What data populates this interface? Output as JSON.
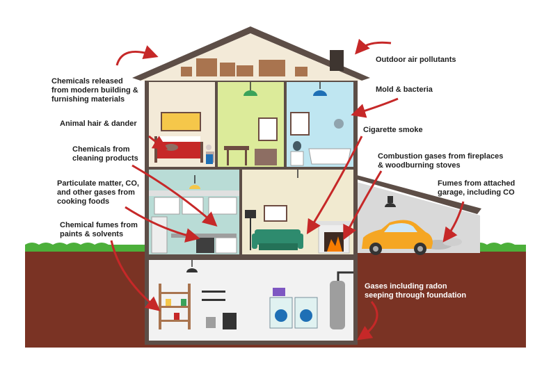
{
  "labels": {
    "outdoor": "Outdoor air pollutants",
    "chemicals_building": "Chemicals released\nfrom modern building &\nfurnishing materials",
    "mold": "Mold & bacteria",
    "animal": "Animal hair & dander",
    "cigarette": "Cigarette smoke",
    "cleaning": "Chemicals from\ncleaning products",
    "combustion": "Combustion gases from fireplaces\n& woodburning stoves",
    "cooking": "Particulate matter, CO,\nand other gases from\ncooking foods",
    "garage": "Fumes from attached\ngarage, including CO",
    "paints": "Chemical fumes from\npaints & solvents",
    "radon": "Gases including radon\nseeping through foundation"
  },
  "colors": {
    "arrow": "#c62828",
    "roof": "#5d4e47",
    "soil": "#7a3324",
    "grass": "#4caf3a",
    "car": "#f5a623"
  }
}
